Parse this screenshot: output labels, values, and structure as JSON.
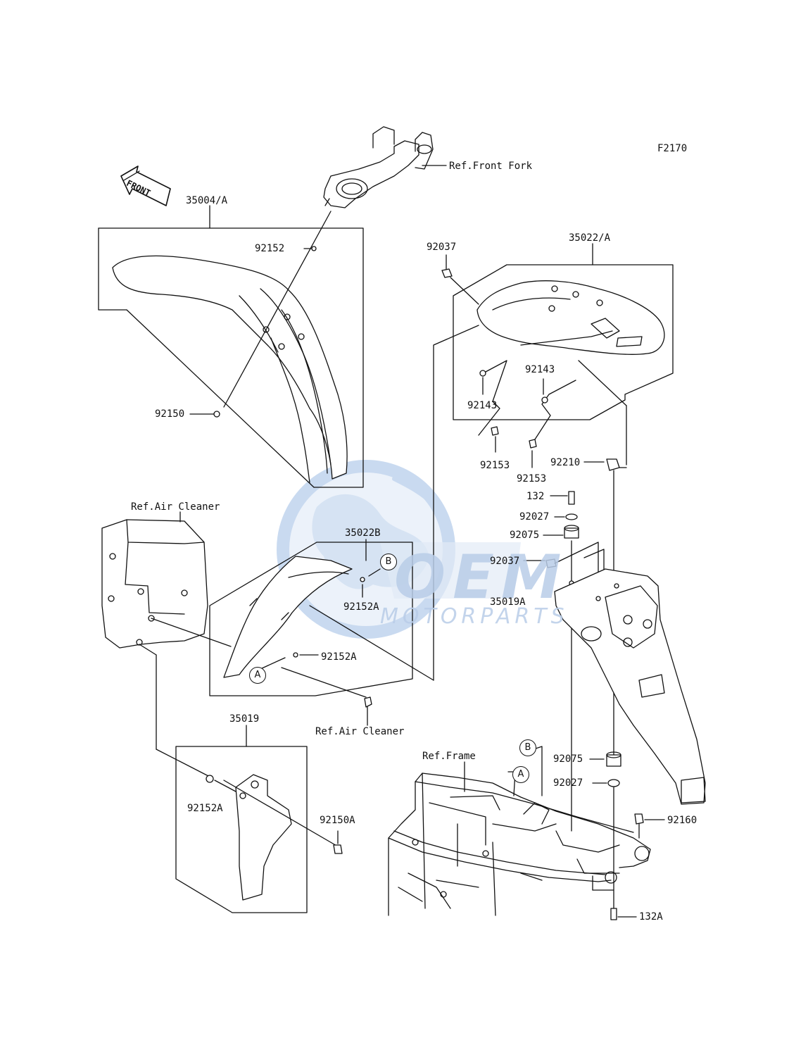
{
  "diagram_code": "F2170",
  "front_label": "FRONT",
  "watermark": {
    "logo_text": "OEM",
    "sub_text": "MOTORPARTS",
    "color": "#8fb3e0"
  },
  "refs": {
    "front_fork": "Ref.Front Fork",
    "air_cleaner_top": "Ref.Air Cleaner",
    "air_cleaner_bottom": "Ref.Air Cleaner",
    "frame": "Ref.Frame"
  },
  "groups": {
    "front_fender": "35004/A",
    "rear_fender_upper": "35022/A",
    "inner_fender": "35022B",
    "flap": "35019",
    "rear_fender_lower": "35019A"
  },
  "parts": {
    "p92152_top": "92152",
    "p92150": "92150",
    "p92037_top": "92037",
    "p92143_left": "92143",
    "p92143_right": "92143",
    "p92153_left": "92153",
    "p92153_right": "92153",
    "p92210": "92210",
    "p132": "132",
    "p92027_top": "92027",
    "p92075_top": "92075",
    "p92037_mid": "92037",
    "p92152A_1": "92152A",
    "p92152A_2": "92152A",
    "p92152A_3": "92152A",
    "p92150A": "92150A",
    "p92075_bottom": "92075",
    "p92027_bottom": "92027",
    "p92160": "92160",
    "p132A": "132A"
  },
  "callouts": {
    "a": "A",
    "b": "B"
  }
}
